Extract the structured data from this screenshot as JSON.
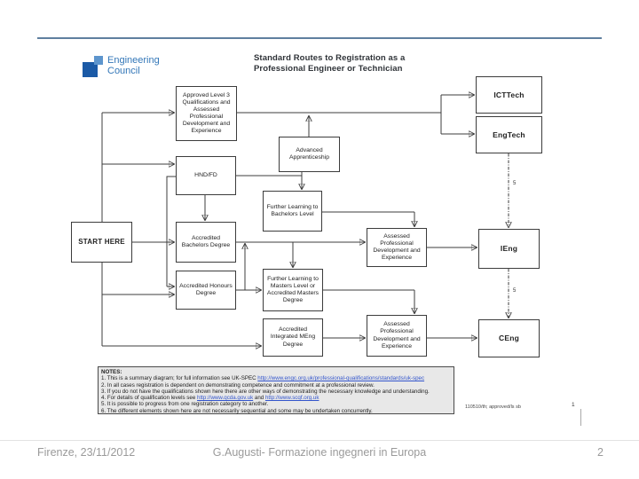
{
  "logo": {
    "line1": "Engineering",
    "line2": "Council"
  },
  "title": {
    "line1": "Standard Routes to Registration as a",
    "line2": "Professional Engineer or Technician"
  },
  "nodes": {
    "approved_level3": {
      "label": "Approved Level 3 Qualifications and Assessed Professional Development and Experience"
    },
    "icttech": {
      "label": "ICTTech"
    },
    "engtech": {
      "label": "EngTech"
    },
    "advanced_apprenticeship": {
      "label": "Advanced Apprenticeship"
    },
    "hnd_fd": {
      "label": "HND/FD"
    },
    "further_learning_bachelors": {
      "label": "Further Learning to Bachelors Level"
    },
    "start_here": {
      "label": "START HERE"
    },
    "accredited_bachelors": {
      "label": "Accredited Bachelors Degree"
    },
    "apde_ieng": {
      "label": "Assessed Professional Development and Experience"
    },
    "ieng": {
      "label": "IEng"
    },
    "accredited_honours": {
      "label": "Accredited Honours Degree"
    },
    "further_learning_masters": {
      "label": "Further Learning to Masters Level or Accredited Masters Degree"
    },
    "accredited_meng": {
      "label": "Accredited Integrated MEng Degree"
    },
    "apde_ceng": {
      "label": "Assessed Professional Development and Experience"
    },
    "ceng": {
      "label": "CEng"
    }
  },
  "annotations": {
    "note5_marker": "5",
    "ref_text": "110510/th; approved/ls sb",
    "page_marker": "1"
  },
  "notes": {
    "heading": "NOTES:",
    "n1_pre": "1. This is a summary diagram; for full information see UK-SPEC ",
    "n1_link": "http://www.engc.org.uk/professional-qualifications/standards/uk-spec",
    "n2": "2. In all cases registration is dependent on demonstrating competence and commitment at a professional review.",
    "n3": "3. If you do not have the qualifications shown here there are other ways of demonstrating the necessary knowledge and understanding.",
    "n4_pre": "4. For details of qualification levels see ",
    "n4_link1": "http://www.qcda.gov.uk",
    "n4_mid": " and ",
    "n4_link2": "http://www.scqf.org.uk",
    "n5": "5. It is possible to progress from one registration category to another.",
    "n6": "6. The different elements shown here are not necessarily sequential and some may be undertaken concurrently."
  },
  "footer": {
    "date": "Firenze, 23/11/2012",
    "center": "G.Augusti- Formazione ingegneri in Europa",
    "page": "2"
  },
  "colors": {
    "logo_dark_blue": "#1b5aa6",
    "logo_light_blue": "#5d95cd",
    "logo_text_blue": "#3377b8",
    "link_blue": "#3355cc",
    "top_rule_blue": "#5f7f9f",
    "notes_bg": "#e8e8e8",
    "footer_gray": "#9a9a9a"
  }
}
